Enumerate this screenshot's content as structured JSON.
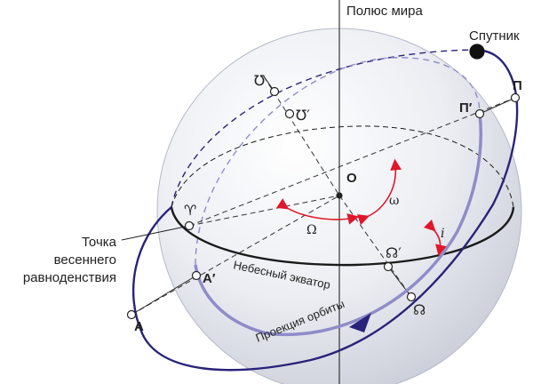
{
  "labels": {
    "celestial_pole": "Полюс мира",
    "satellite": "Спутник",
    "vernal_equinox": [
      "Точка",
      "весеннего",
      "равноденствия"
    ],
    "celestial_equator": "Небесный экватор",
    "orbit_projection": "Проекция орбиты",
    "center": "О",
    "perigee": "П",
    "perigee_projection": "П′",
    "apogee_symbol": "℧",
    "apogee_projection_symbol": "℧′",
    "aries_symbol": "♈",
    "ascending_node_symbol": "☊",
    "ascending_node_projection_symbol": "☊′",
    "point_a": "А",
    "point_a_projection": "А′",
    "angle_raan": "Ω",
    "angle_arg_perigee": "ω",
    "angle_inclination": "i"
  },
  "colors": {
    "sphere_fill": "#e6e8ef",
    "sphere_edge": "#b5b9c8",
    "orbit": "#29237a",
    "projection": "#8f8cc9",
    "equator": "#1a1a1a",
    "angle_arcs": "#e0162b",
    "guide_lines": "#333333"
  }
}
